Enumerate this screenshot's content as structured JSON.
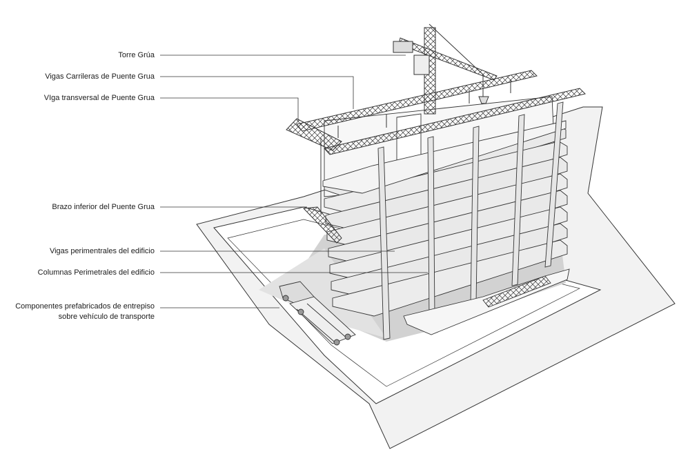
{
  "labels": {
    "torre_grua": "Torre Grúa",
    "vigas_carrileras": "Vigas Carrileras de Puente Grua",
    "viga_transversal": "VIga transversal de Puente Grua",
    "brazo_inferior": "Brazo inferior del Puente Grua",
    "vigas_perimetrales": "Vigas perimentrales del edificio",
    "columnas_perimetrales": "Columnas Perimetrales del edificio",
    "componentes_line1": "Componentes prefabricados de entrepiso",
    "componentes_line2": "sobre vehículo de transporte"
  },
  "colors": {
    "line": "#333333",
    "slab": "#ececec",
    "shadow": "#cfcfcf",
    "ground": "#f3f3f3"
  }
}
